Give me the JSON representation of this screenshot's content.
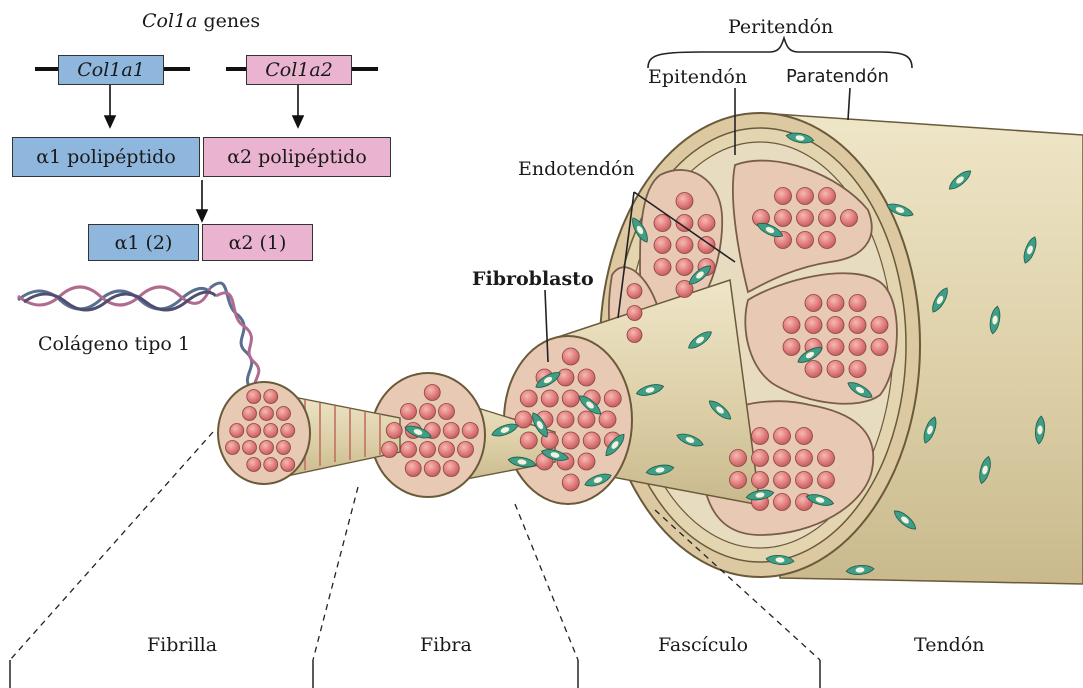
{
  "genes_title_italic": "Col1a",
  "genes_title_rest": " genes",
  "gene_1": "Col1a1",
  "gene_2": "Col1a2",
  "polypeptide_1": "α1 polipéptido",
  "polypeptide_2": "α2 polipéptido",
  "chain_1": "α1 (2)",
  "chain_2": "α2 (1)",
  "collagen_label": "Colágeno tipo 1",
  "fibroblast_label": "Fibroblasto",
  "endotendon_label": "Endotendón",
  "peritendon_label": "Peritendón",
  "epitendon_label": "Epitendón",
  "paratendon_label": "Paratendón",
  "levels": [
    "Fibrilla",
    "Fibra",
    "Fascículo",
    "Tendón"
  ],
  "colors": {
    "gene_box": "#8fb6dc",
    "alpha2_box": "#eab3cf",
    "tissue": "#ddd0a8",
    "fascicle_interior": "#e8c9b4",
    "fibril_dot": "#e07a7a",
    "fibroblast": "#3f9e86"
  }
}
